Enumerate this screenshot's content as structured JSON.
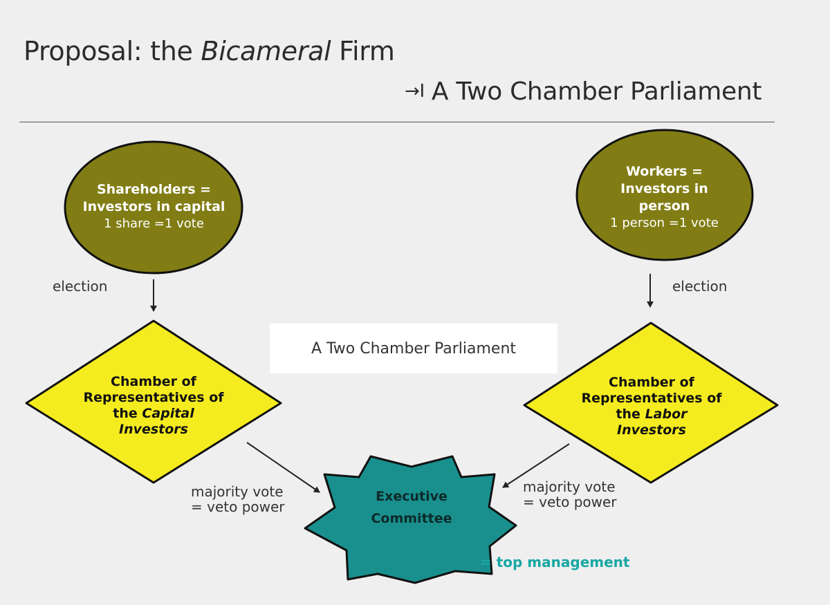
{
  "title": {
    "prefix": "Proposal: the ",
    "emphasis": "Bicameral",
    "suffix": " Firm"
  },
  "subtitle": {
    "arrow": "→I",
    "text": "A Two Chamber Parliament"
  },
  "left_node": {
    "line1": "Shareholders =",
    "line2": "Investors in capital",
    "line3": "1 share =1 vote"
  },
  "right_node": {
    "line1": "Workers =",
    "line2": "Investors in",
    "line3": "person",
    "line4": "1 person =1 vote"
  },
  "left_chamber": {
    "line1": "Chamber of",
    "line2": "Representatives of",
    "line3_prefix": "the ",
    "line3_emphasis": "Capital",
    "line4": "Investors"
  },
  "right_chamber": {
    "line1": "Chamber of",
    "line2": "Representatives of",
    "line3_prefix": "the ",
    "line3_emphasis": "Labor",
    "line4": "Investors"
  },
  "labels": {
    "election_left": "election",
    "election_right": "election",
    "vote_left_1": "majority vote",
    "vote_left_2": "= veto power",
    "vote_right_1": "majority vote",
    "vote_right_2": "= veto power"
  },
  "center_box": "A Two Chamber Parliament",
  "executive": {
    "line1": "Executive",
    "line2": "Committee"
  },
  "top_management": "= top management",
  "colors": {
    "ellipse_fill": "#817d14",
    "diamond_fill": "#f5ec1f",
    "star_fill": "#19908e",
    "accent_text": "#17a7a3"
  }
}
